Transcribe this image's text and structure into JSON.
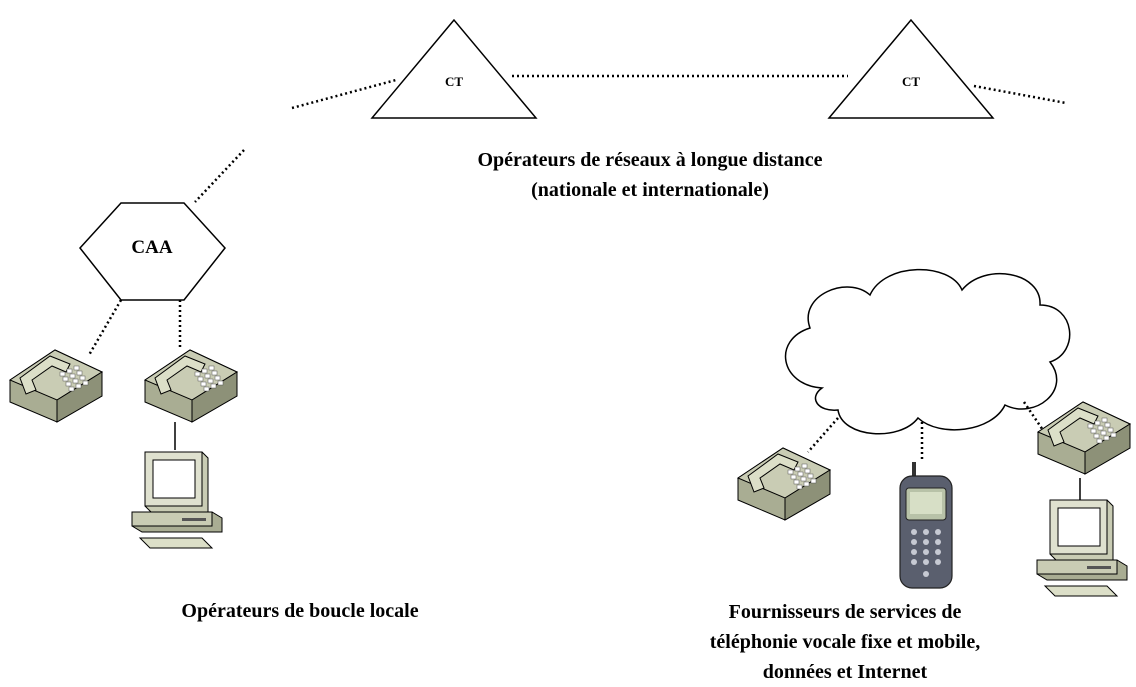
{
  "nodes": {
    "ct_left": "CT",
    "ct_right": "CT",
    "caa": "CAA"
  },
  "captions": {
    "long_distance_line1": "Opérateurs de réseaux à longue distance",
    "long_distance_line2": "(nationale et internationale)",
    "local_loop": "Opérateurs de boucle locale",
    "providers_line1": "Fournisseurs de services de",
    "providers_line2": "téléphonie vocale fixe et mobile,",
    "providers_line3": "données et Internet"
  },
  "icons": {
    "desk_phone": "desk-phone-icon",
    "computer": "desktop-computer-icon",
    "mobile": "mobile-phone-icon",
    "cloud": "cloud-icon"
  }
}
